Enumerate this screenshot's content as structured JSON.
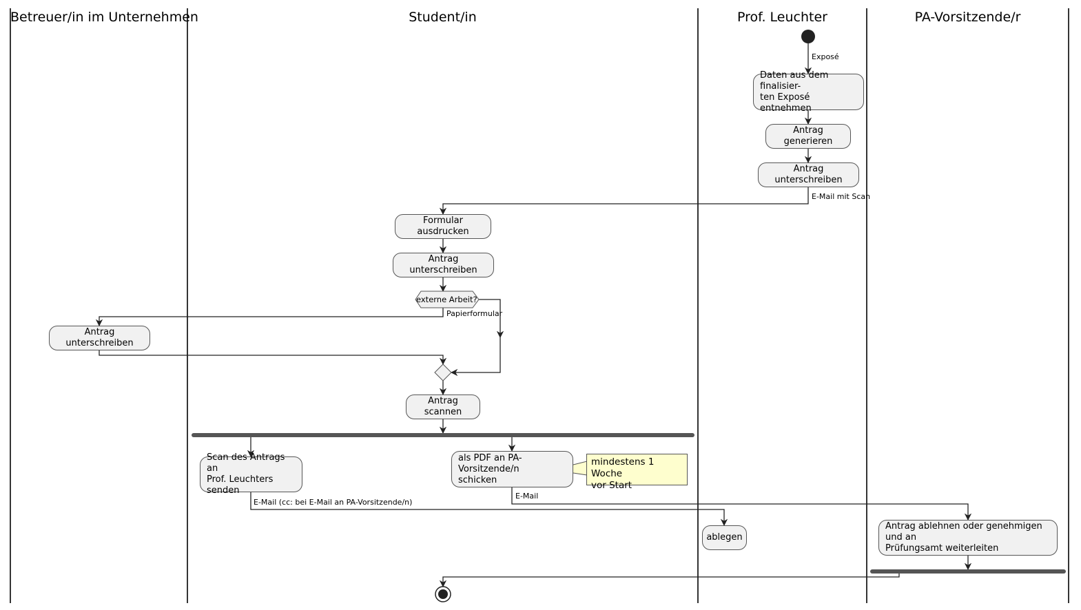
{
  "lanes": [
    "Betreuer/in im Unternehmen",
    "Student/in",
    "Prof. Leuchter",
    "PA-Vorsitzende/r"
  ],
  "activities": {
    "daten_entnehmen": "Daten aus dem finalisier-\nten Exposé entnehmen",
    "antrag_generieren": "Antrag generieren",
    "antrag_unterschreiben_prof": "Antrag unterschreiben",
    "formular_ausdrucken": "Formular ausdrucken",
    "antrag_unterschreiben_student": "Antrag unterschreiben",
    "antrag_unterschreiben_betreuer": "Antrag unterschreiben",
    "antrag_scannen": "Antrag scannen",
    "scan_senden": "Scan des Antrags an\nProf. Leuchters senden",
    "pdf_schicken": "als PDF an PA-Vorsitzende/n\nschicken",
    "ablegen": "ablegen",
    "antrag_genehmigen": "Antrag ablehnen oder genehmigen und an\nPrüfungsamt weiterleiten"
  },
  "decision": "externe Arbeit?",
  "edge_labels": {
    "expose": "Exposé",
    "email_scan": "E-Mail mit Scan",
    "papierformular": "Papierformular",
    "email_cc": "E-Mail (cc: bei E-Mail an PA-Vorsitzende/n)",
    "email": "E-Mail"
  },
  "note": "mindestens 1 Woche\nvor Start"
}
